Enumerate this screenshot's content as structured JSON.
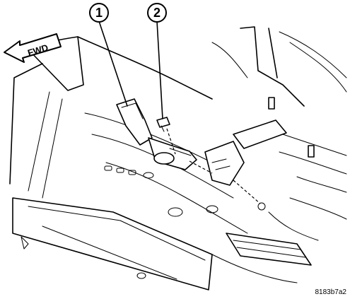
{
  "figure": {
    "direction_label": "FWD",
    "callouts": [
      {
        "label": "1"
      },
      {
        "label": "2"
      }
    ],
    "figure_code": "8183b7a2"
  }
}
